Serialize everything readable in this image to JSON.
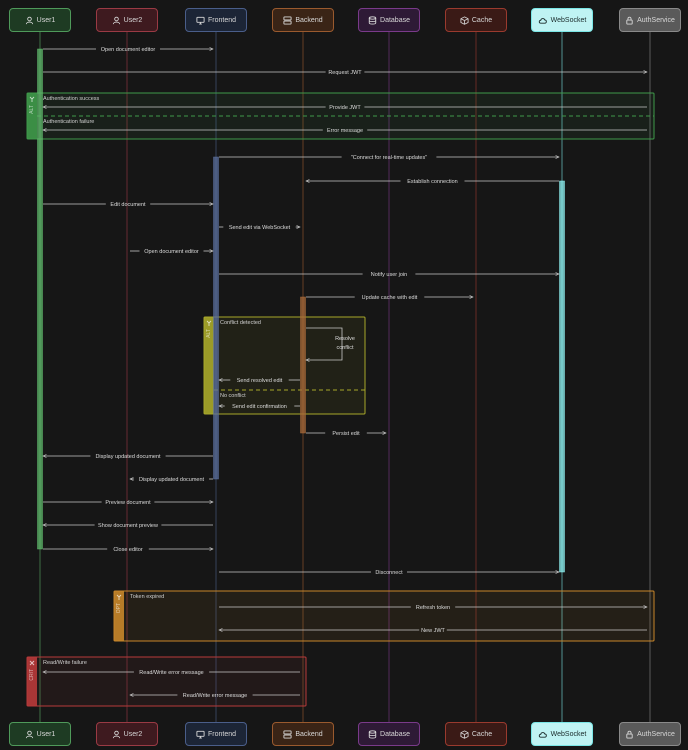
{
  "actors": [
    {
      "id": "user1",
      "label": "User1",
      "icon": "user-icon",
      "border": "#4f9a5a",
      "fill": "#1e3b23",
      "lifeline": "#5aa864",
      "bar": "#5fb86b"
    },
    {
      "id": "user2",
      "label": "User2",
      "icon": "user-icon",
      "border": "#9a3a44",
      "fill": "#3e1a1f",
      "lifeline": "#9a3a44",
      "bar": null
    },
    {
      "id": "frontend",
      "label": "Frontend",
      "icon": "monitor-icon",
      "border": "#4a5e8a",
      "fill": "#1c2536",
      "lifeline": "#4a5e8a",
      "bar": "#5b6f9c"
    },
    {
      "id": "backend",
      "label": "Backend",
      "icon": "server-icon",
      "border": "#9a5a2e",
      "fill": "#3a2416",
      "lifeline": "#9a5a2e",
      "bar": "#a86a3a"
    },
    {
      "id": "database",
      "label": "Database",
      "icon": "database-icon",
      "border": "#7a3a8a",
      "fill": "#2e1a36",
      "lifeline": "#7a3a8a",
      "bar": null
    },
    {
      "id": "cache",
      "label": "Cache",
      "icon": "box-icon",
      "border": "#9a3a2e",
      "fill": "#3a1a16",
      "lifeline": "#9a3a2e",
      "bar": null
    },
    {
      "id": "websocket",
      "label": "WebSocket",
      "icon": "cloud-icon",
      "border": "#7ae6e6",
      "fill": "#bff3f3",
      "lifeline": "#7ae6e6",
      "bar": "#8df0f0",
      "text_color": "#1a2a2a"
    },
    {
      "id": "authservice",
      "label": "AuthService",
      "icon": "lock-icon",
      "border": "#8a8a8a",
      "fill": "#5a5a5a",
      "lifeline": "#8a8a8a",
      "bar": null
    }
  ],
  "messages": [
    {
      "from": "user1",
      "to": "frontend",
      "label": "Open document editor",
      "dashed": false
    },
    {
      "from": "user1",
      "to": "authservice",
      "label": "Request JWT",
      "dashed": false
    },
    {
      "from": "authservice",
      "to": "user1",
      "label": "Provide JWT",
      "dashed": false
    },
    {
      "from": "authservice",
      "to": "user1",
      "label": "Error message",
      "dashed": false
    },
    {
      "from": "frontend",
      "to": "websocket",
      "label": "\"Connect for real-time updates\"",
      "dashed": false
    },
    {
      "from": "websocket",
      "to": "backend",
      "label": "Establish connection",
      "dashed": false
    },
    {
      "from": "user1",
      "to": "frontend",
      "label": "Edit document",
      "dashed": false
    },
    {
      "from": "frontend",
      "to": "backend",
      "label": "Send edit via WebSocket",
      "dashed": false
    },
    {
      "from": "user2",
      "to": "frontend",
      "label": "Open document editor",
      "dashed": false
    },
    {
      "from": "frontend",
      "to": "websocket",
      "label": "Notify user join",
      "dashed": false
    },
    {
      "from": "backend",
      "to": "cache",
      "label": "Update cache with edit",
      "dashed": false
    },
    {
      "from": "backend",
      "to": "backend",
      "label": "Resolve\nconflict",
      "dashed": false,
      "self": true
    },
    {
      "from": "backend",
      "to": "frontend",
      "label": "Send resolved edit",
      "dashed": false
    },
    {
      "from": "backend",
      "to": "frontend",
      "label": "Send edit confirmation",
      "dashed": false
    },
    {
      "from": "backend",
      "to": "database",
      "label": "Persist edit",
      "dashed": false
    },
    {
      "from": "frontend",
      "to": "user1",
      "label": "Display updated document",
      "dashed": false
    },
    {
      "from": "frontend",
      "to": "user2",
      "label": "Display updated document",
      "dashed": false
    },
    {
      "from": "user1",
      "to": "frontend",
      "label": "Preview document",
      "dashed": false
    },
    {
      "from": "frontend",
      "to": "user1",
      "label": "Show document preview",
      "dashed": false
    },
    {
      "from": "user1",
      "to": "frontend",
      "label": "Close editor",
      "dashed": false
    },
    {
      "from": "frontend",
      "to": "websocket",
      "label": "Disconnect",
      "dashed": false
    },
    {
      "from": "frontend",
      "to": "authservice",
      "label": "Refresh token",
      "dashed": false
    },
    {
      "from": "authservice",
      "to": "frontend",
      "label": "New JWT",
      "dashed": false
    },
    {
      "from": "backend",
      "to": "user1",
      "label": "Read/Write error message",
      "dashed": false
    },
    {
      "from": "backend",
      "to": "user2",
      "label": "Read/Write error message",
      "dashed": false
    }
  ],
  "fragments": [
    {
      "kind": "alt",
      "tag": "ALT",
      "icon": "branch-icon",
      "color": "#3f9a4a",
      "sections": [
        "Authentication success",
        "Authentication failure"
      ]
    },
    {
      "kind": "alt",
      "tag": "ALT",
      "icon": "branch-icon",
      "color": "#a8a82a",
      "sections": [
        "Conflict detected",
        "No conflict"
      ]
    },
    {
      "kind": "opt",
      "tag": "OPT",
      "icon": "branch-icon",
      "color": "#c8862a",
      "sections": [
        "Token expired"
      ]
    },
    {
      "kind": "critical",
      "tag": "CRIT",
      "icon": "cross-icon",
      "color": "#b83a3a",
      "sections": [
        "Read/Write failure"
      ]
    }
  ]
}
